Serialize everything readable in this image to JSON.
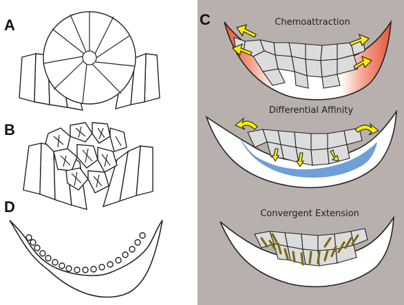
{
  "figure": {
    "panel_labels": {
      "a": "A",
      "b": "B",
      "c": "C",
      "d": "D"
    },
    "subpanels": [
      {
        "title": "Chemoattraction"
      },
      {
        "title": "Differential Affinity"
      },
      {
        "title": "Convergent Extension"
      }
    ],
    "colors": {
      "background_c": "#b7b0ac",
      "chemo_gradient": "#e8563e",
      "arrow_fill": "#ffee00",
      "affinity_band": "#6f9fd8",
      "extension_bars": "#7a6a12"
    }
  }
}
